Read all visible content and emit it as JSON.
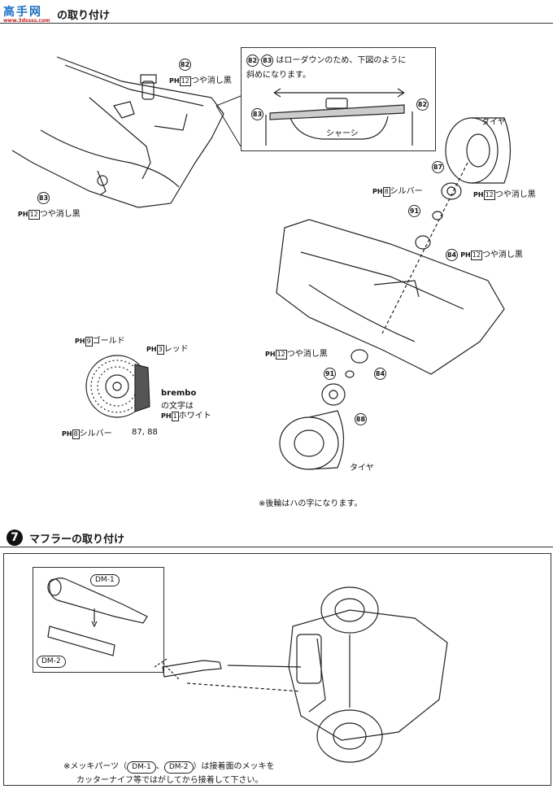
{
  "watermark": {
    "main": "高手网",
    "sub": "www.3dssss.com"
  },
  "section6": {
    "title": "の取り付け"
  },
  "section7": {
    "number": "7",
    "title": "マフラーの取り付け"
  },
  "callout": {
    "line1": "はローダウンのため、下図のように",
    "line2": "斜めになります。",
    "chassis": "シャーシ",
    "pa": "82",
    "pb": "83"
  },
  "parts": {
    "p82": "82",
    "p83": "83",
    "p87": "87",
    "p91": "91",
    "p84": "84",
    "p88": "88"
  },
  "labels": {
    "matte_black": "つや消し黒",
    "silver": "シルバー",
    "gold": "ゴールド",
    "red": "レッド",
    "white": "ホワイト",
    "tire": "タイヤ",
    "brembo": "brembo",
    "brembo_text": "の文字は",
    "ph": "PH",
    "n12": "12",
    "n8": "8",
    "n9": "9",
    "n3": "3",
    "n1": "1",
    "p87_88": "87, 88"
  },
  "notes": {
    "rear_wheel": "※後輪はハの字になります。",
    "plating_line1": "※メッキパーツ（",
    "plating_line1b": "は接着面のメッキを",
    "plating_line2": "カッターナイフ等ではがしてから接着して下さい。"
  },
  "muffler": {
    "dm1": "DM-1",
    "dm2": "DM-2"
  }
}
